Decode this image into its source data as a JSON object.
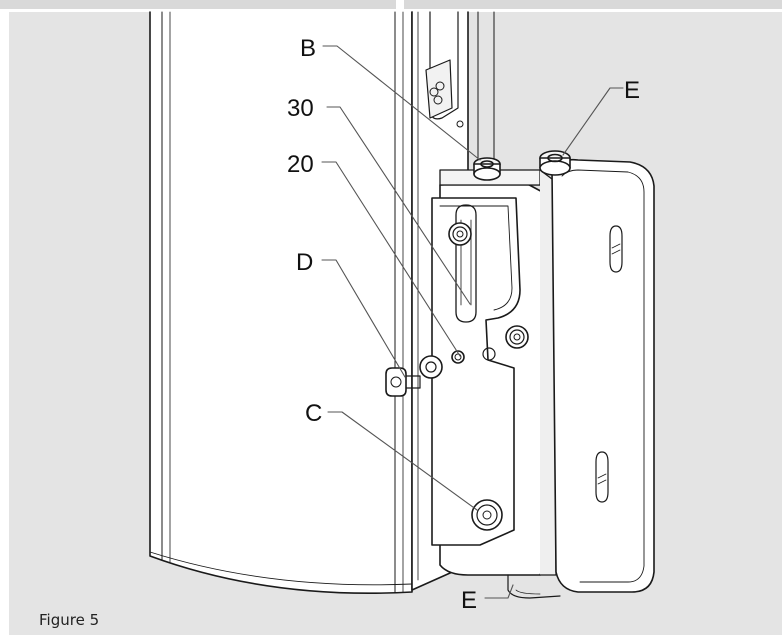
{
  "figure": {
    "caption": "Figure 5",
    "callouts": {
      "b": "B",
      "e_top": "E",
      "n30": "30",
      "n20": "20",
      "d": "D",
      "c": "C",
      "e_bottom": "E"
    }
  },
  "colors": {
    "panel_background": "#e4e4e4",
    "line": "#1a1a1a",
    "part_fill": "#ffffff"
  }
}
